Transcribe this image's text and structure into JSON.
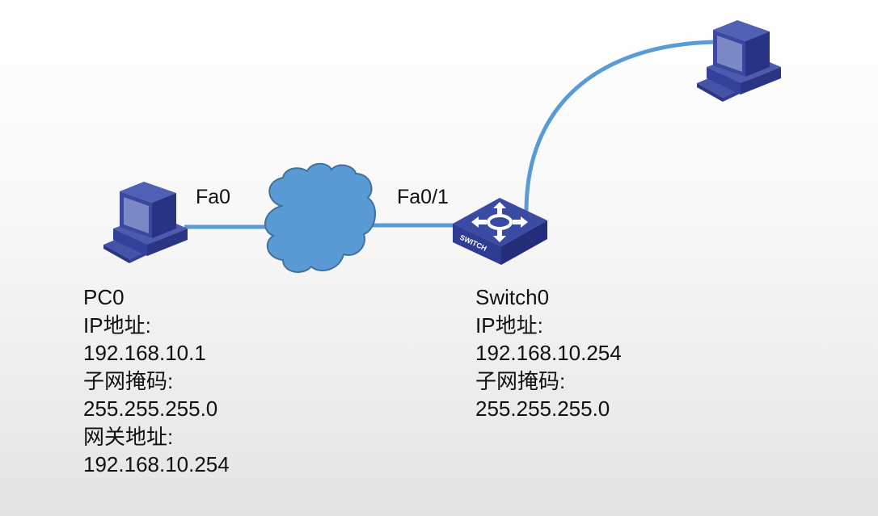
{
  "colors": {
    "link": "#5b9bd5",
    "cloud_fill": "#5b9bd5",
    "cloud_stroke": "#41719c",
    "device_dark": "#2e3a8c",
    "device_mid": "#3c4ba0",
    "device_light": "#5866b8",
    "screen": "#7b88c8"
  },
  "devices": {
    "pc0": {
      "icon": "pc-icon",
      "name": "PC0",
      "port": "Fa0",
      "lines": [
        "PC0",
        "IP地址:",
        "192.168.10.1",
        "子网掩码:",
        "255.255.255.0",
        "网关地址:",
        "192.168.10.254"
      ]
    },
    "switch0": {
      "icon": "switch-icon",
      "name": "Switch0",
      "port": "Fa0/1",
      "badge": "SWITCH",
      "lines": [
        "Switch0",
        "IP地址:",
        "192.168.10.254",
        "子网掩码:",
        "255.255.255.0"
      ]
    },
    "pc1": {
      "icon": "pc-icon"
    },
    "cloud": {
      "icon": "cloud-icon"
    }
  },
  "links": [
    {
      "from": "pc0",
      "to": "cloud"
    },
    {
      "from": "cloud",
      "to": "switch0"
    },
    {
      "from": "switch0",
      "to": "pc1"
    }
  ]
}
